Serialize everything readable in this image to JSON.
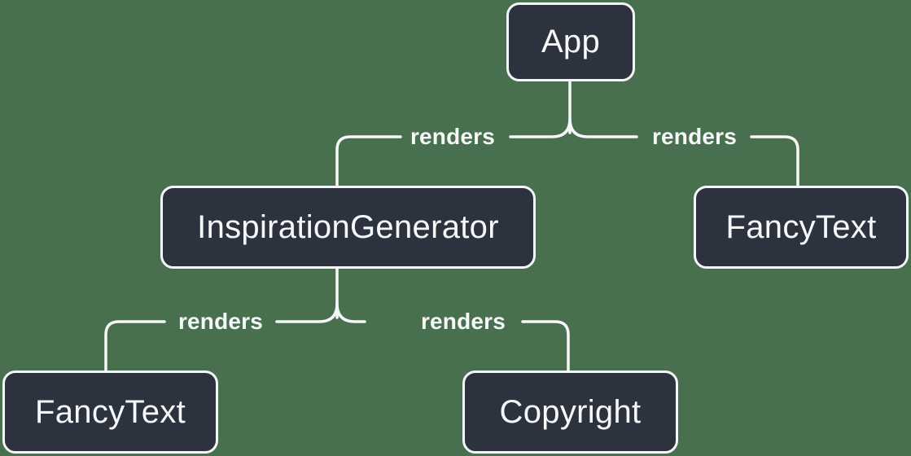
{
  "diagram": {
    "type": "component-render-tree"
  },
  "colors": {
    "background": "#48704F",
    "node_fill": "#2D333E",
    "node_border": "#F6F7F9",
    "edge_line": "#F6F7F9",
    "text": "#F6F7F9"
  },
  "nodes": [
    {
      "id": "app",
      "label": "App"
    },
    {
      "id": "inspiration-generator",
      "label": "InspirationGenerator"
    },
    {
      "id": "fancy-text-right",
      "label": "FancyText"
    },
    {
      "id": "fancy-text-left",
      "label": "FancyText"
    },
    {
      "id": "copyright",
      "label": "Copyright"
    }
  ],
  "edges": [
    {
      "from": "App",
      "to": "InspirationGenerator",
      "label": "renders"
    },
    {
      "from": "App",
      "to": "FancyText",
      "label": "renders"
    },
    {
      "from": "InspirationGenerator",
      "to": "FancyText",
      "label": "renders"
    },
    {
      "from": "InspirationGenerator",
      "to": "Copyright",
      "label": "renders"
    }
  ]
}
